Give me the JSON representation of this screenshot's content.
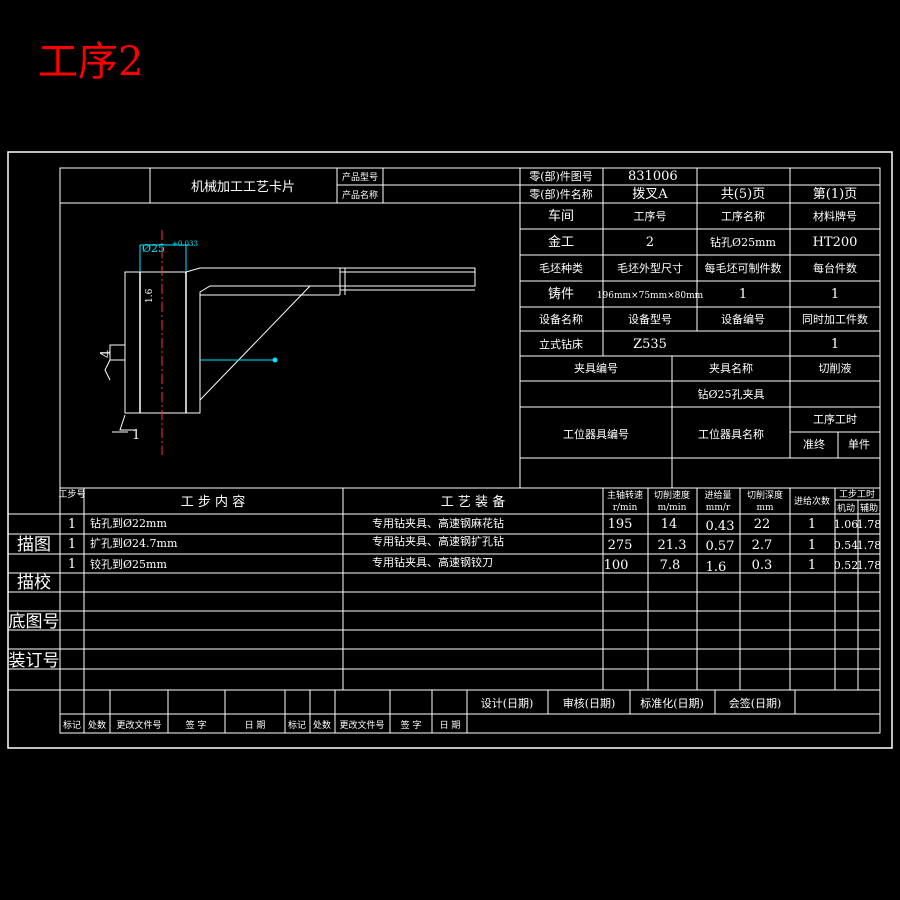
{
  "page_title": "工序2",
  "card": {
    "title": "机械加工工艺卡片",
    "product_model_label": "产品型号",
    "product_name_label": "产品名称",
    "part_drawing_no_label": "零(部)件图号",
    "part_drawing_no": "831006",
    "part_name_label": "零(部)件名称",
    "part_name": "拨叉A",
    "total_pages": "共(5)页",
    "page_no": "第(1)页"
  },
  "info": {
    "workshop_label": "车间",
    "process_no_label": "工序号",
    "process_name_label": "工序名称",
    "material_label": "材料牌号",
    "workshop_value": "金工",
    "process_no": "2",
    "process_name": "钻孔Ø25mm",
    "material": "HT200",
    "blank_type_label": "毛坯种类",
    "blank_size_label": "毛坯外型尺寸",
    "parts_per_blank_label": "每毛坯可制件数",
    "parts_per_unit_label": "每台件数",
    "blank_type": "铸件",
    "blank_size": "196mm×75mm×80mm",
    "parts_per_blank": "1",
    "parts_per_unit": "1",
    "equipment_name_label": "设备名称",
    "equipment_model_label": "设备型号",
    "equipment_no_label": "设备编号",
    "simultaneous_label": "同时加工件数",
    "equipment_name": "立式钻床",
    "equipment_model": "Z535",
    "simultaneous": "1",
    "fixture_no_label": "夹具编号",
    "fixture_name_label": "夹具名称",
    "coolant_label": "切削液",
    "fixture_name": "钻Ø25孔夹具",
    "station_tool_no_label": "工位器具编号",
    "station_tool_name_label": "工位器具名称",
    "process_time_label": "工序工时",
    "prep_label": "准终",
    "unit_label": "单件"
  },
  "drawing": {
    "dim_label": "Ø25",
    "tol": "+0.033",
    "rough": "1.6",
    "datum_1": "1",
    "datum_4": "4"
  },
  "steps_header": {
    "step_no": "工步号",
    "content": "工 步 内 容",
    "equipment": "工 艺 装 备",
    "speed": "主轴转速",
    "speed_unit": "r/min",
    "cut_speed": "切削速度",
    "cut_speed_unit": "m/min",
    "feed": "进给量",
    "feed_unit": "mm/r",
    "depth": "切削深度",
    "depth_unit": "mm",
    "passes": "进给次数",
    "step_time": "工步工时",
    "machine": "机动",
    "aux": "辅助"
  },
  "steps": [
    {
      "no": "1",
      "content": "钻孔到Ø22mm",
      "equipment": "专用钻夹具、高速钢麻花钻",
      "speed": "195",
      "cut_speed": "14",
      "feed": "0.43",
      "depth": "22",
      "passes": "1",
      "machine": "1.06",
      "aux": "1.78"
    },
    {
      "no": "1",
      "content": "扩孔到Ø24.7mm",
      "equipment": "专用钻夹具、高速钢扩孔钻",
      "speed": "275",
      "cut_speed": "21.3",
      "feed": "0.57",
      "depth": "2.7",
      "passes": "1",
      "machine": "0.54",
      "aux": "1.78"
    },
    {
      "no": "1",
      "content": "铰孔到Ø25mm",
      "equipment": "专用钻夹具、高速钢铰刀",
      "speed": "100",
      "cut_speed": "7.8",
      "feed": "1.6",
      "depth": "0.3",
      "passes": "1",
      "machine": "0.52",
      "aux": "1.78"
    }
  ],
  "side_labels": {
    "trace": "描图",
    "check": "描校",
    "base_no": "底图号",
    "binding_no": "装订号"
  },
  "footer": {
    "design": "设计(日期)",
    "review": "审核(日期)",
    "standard": "标准化(日期)",
    "countersign": "会签(日期)",
    "mark": "标记",
    "count": "处数",
    "change_doc": "更改文件号",
    "sign": "签 字",
    "date": "日 期"
  }
}
